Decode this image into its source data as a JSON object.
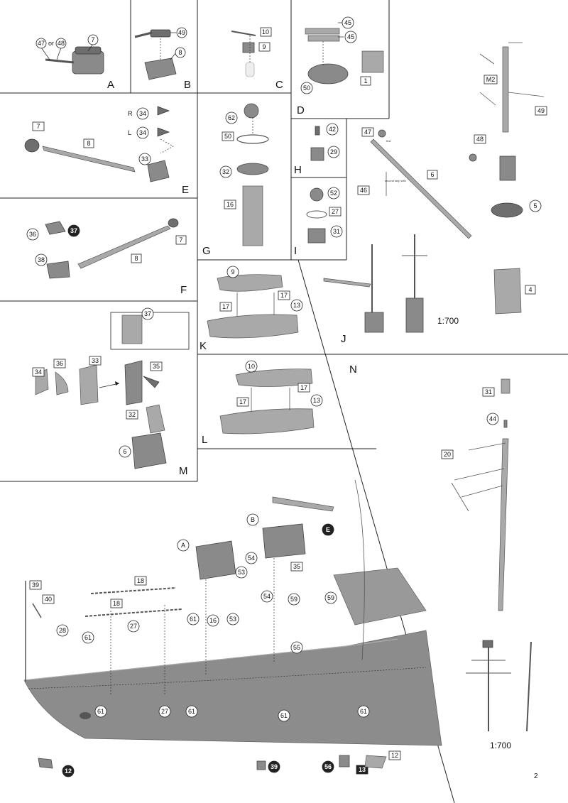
{
  "panels": {
    "A": "A",
    "B": "B",
    "C": "C",
    "D": "D",
    "E": "E",
    "F": "F",
    "G": "G",
    "H": "H",
    "I": "I",
    "J": "J",
    "K": "K",
    "L": "L",
    "M": "M",
    "N": "N"
  },
  "callouts": {
    "a_47": "47",
    "a_or": "or",
    "a_48": "48",
    "a_7": "7",
    "b_49": "49",
    "b_8": "8",
    "c_10": "10",
    "c_9": "9",
    "d_45a": "45",
    "d_45b": "45",
    "d_50": "50",
    "d_1": "1",
    "e_7": "7",
    "e_8": "8",
    "e_R": "R",
    "e_34r": "34",
    "e_L": "L",
    "e_34l": "34",
    "e_33": "33",
    "f_36": "36",
    "f_37": "37",
    "f_38": "38",
    "f_8": "8",
    "f_7": "7",
    "g_62": "62",
    "g_50": "50",
    "g_32": "32",
    "g_16": "16",
    "h_42": "42",
    "h_29": "29",
    "i_52": "52",
    "i_27": "27",
    "i_31": "31",
    "j_M2": "M2",
    "j_49": "49",
    "j_47": "47",
    "j_48": "48",
    "j_6": "6",
    "j_46": "46",
    "j_5": "5",
    "j_4": "4",
    "k_9": "9",
    "k_17a": "17",
    "k_17b": "17",
    "k_13": "13",
    "l_10": "10",
    "l_17a": "17",
    "l_17b": "17",
    "l_13": "13",
    "m_37": "37",
    "m_34": "34",
    "m_36": "36",
    "m_33": "33",
    "m_35": "35",
    "m_32": "32",
    "m_6": "6",
    "n_31": "31",
    "n_44": "44",
    "n_20": "20",
    "main_A": "A",
    "main_B": "B",
    "main_E": "E",
    "main_39": "39",
    "main_40": "40",
    "main_18a": "18",
    "main_18b": "18",
    "main_28": "28",
    "main_61a": "61",
    "main_27a": "27",
    "main_61b": "61",
    "main_16": "16",
    "main_53a": "53",
    "main_54a": "54",
    "main_53b": "53",
    "main_54b": "54",
    "main_35": "35",
    "main_59a": "59",
    "main_59b": "59",
    "main_55": "55",
    "main_61c": "61",
    "main_27b": "27",
    "main_61d": "61",
    "main_61e": "61",
    "main_61f": "61",
    "main_12a": "12",
    "main_39b": "39",
    "main_56": "56",
    "main_13": "13",
    "main_12b": "12"
  },
  "notes": {
    "first": "first",
    "second": "second step with"
  },
  "scale": {
    "j": "1:700",
    "n": "1:700"
  },
  "page_number": "2",
  "colors": {
    "part_grey": "#8a8a8a",
    "line": "#222222",
    "background": "#ffffff"
  }
}
